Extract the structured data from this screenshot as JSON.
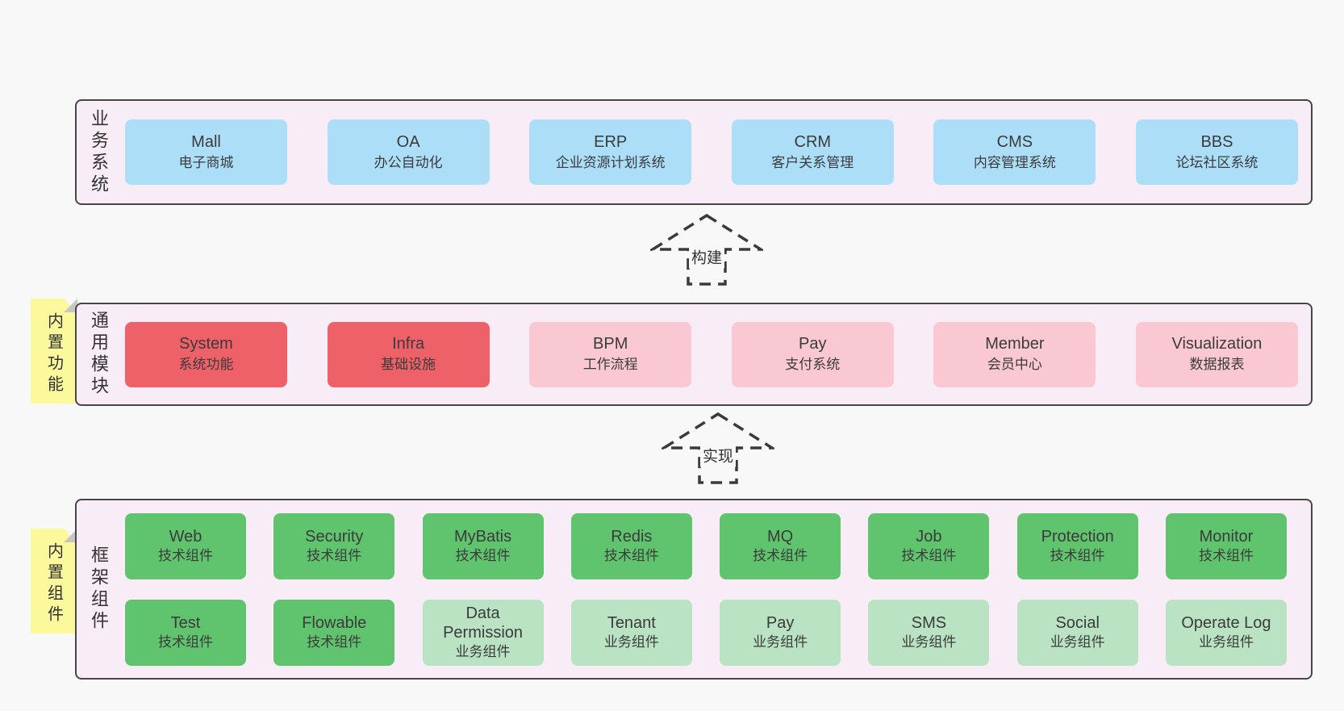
{
  "colors": {
    "page_bg": "#f8f8f8",
    "band_bg": "#f8edf6",
    "band_border": "#474747",
    "blue": "#addef8",
    "red": "#ee6168",
    "pink": "#f9c8d2",
    "green": "#60c46e",
    "light_green": "#b9e3c2",
    "sticky_yellow": "#fbf99c",
    "sticky_fold": "#c6c6c6",
    "arrow_dash": "#3a3a3a",
    "text": "#3b3b3b"
  },
  "arrows": [
    {
      "label": "构建"
    },
    {
      "label": "实现"
    }
  ],
  "bands": [
    {
      "label": "业务系统",
      "box_size": "wide",
      "boxes_rows": [
        [
          {
            "name": "Mall",
            "desc": "电子商城",
            "variant": "blue"
          },
          {
            "name": "OA",
            "desc": "办公自动化",
            "variant": "blue"
          },
          {
            "name": "ERP",
            "desc": "企业资源计划系统",
            "variant": "blue"
          },
          {
            "name": "CRM",
            "desc": "客户关系管理",
            "variant": "blue"
          },
          {
            "name": "CMS",
            "desc": "内容管理系统",
            "variant": "blue"
          },
          {
            "name": "BBS",
            "desc": "论坛社区系统",
            "variant": "blue"
          }
        ]
      ]
    },
    {
      "label": "通用模块",
      "sticky": "内置功能",
      "box_size": "wide",
      "boxes_rows": [
        [
          {
            "name": "System",
            "desc": "系统功能",
            "variant": "red"
          },
          {
            "name": "Infra",
            "desc": "基础设施",
            "variant": "red"
          },
          {
            "name": "BPM",
            "desc": "工作流程",
            "variant": "pink"
          },
          {
            "name": "Pay",
            "desc": "支付系统",
            "variant": "pink"
          },
          {
            "name": "Member",
            "desc": "会员中心",
            "variant": "pink"
          },
          {
            "name": "Visualization",
            "desc": "数据报表",
            "variant": "pink"
          }
        ]
      ]
    },
    {
      "label": "框架组件",
      "sticky": "内置组件",
      "box_size": "narrow",
      "boxes_rows": [
        [
          {
            "name": "Web",
            "desc": "技术组件",
            "variant": "green"
          },
          {
            "name": "Security",
            "desc": "技术组件",
            "variant": "green"
          },
          {
            "name": "MyBatis",
            "desc": "技术组件",
            "variant": "green"
          },
          {
            "name": "Redis",
            "desc": "技术组件",
            "variant": "green"
          },
          {
            "name": "MQ",
            "desc": "技术组件",
            "variant": "green"
          },
          {
            "name": "Job",
            "desc": "技术组件",
            "variant": "green"
          },
          {
            "name": "Protection",
            "desc": "技术组件",
            "variant": "green"
          },
          {
            "name": "Monitor",
            "desc": "技术组件",
            "variant": "green"
          }
        ],
        [
          {
            "name": "Test",
            "desc": "技术组件",
            "variant": "green"
          },
          {
            "name": "Flowable",
            "desc": "技术组件",
            "variant": "green"
          },
          {
            "name": "Data Permission",
            "desc": "业务组件",
            "variant": "lightgreen"
          },
          {
            "name": "Tenant",
            "desc": "业务组件",
            "variant": "lightgreen"
          },
          {
            "name": "Pay",
            "desc": "业务组件",
            "variant": "lightgreen"
          },
          {
            "name": "SMS",
            "desc": "业务组件",
            "variant": "lightgreen"
          },
          {
            "name": "Social",
            "desc": "业务组件",
            "variant": "lightgreen"
          },
          {
            "name": "Operate Log",
            "desc": "业务组件",
            "variant": "lightgreen"
          }
        ]
      ]
    }
  ]
}
